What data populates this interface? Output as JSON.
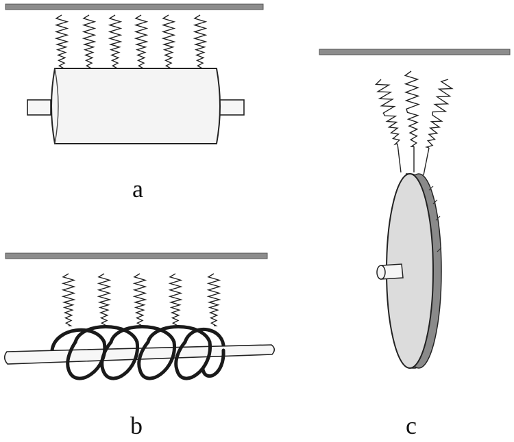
{
  "labels": {
    "a": "a",
    "b": "b",
    "c": "c"
  },
  "colors": {
    "bar_fill": "#8c8c8c",
    "bar_stroke": "#555555",
    "line": "#222222",
    "cylinder_fill": "#f4f4f4",
    "disc_face": "#dcdcdc",
    "disc_edge": "#8a8a8a",
    "coil": "#1a1a1a",
    "rod_fill": "#f7f7f7"
  },
  "figures": {
    "a": {
      "springs": 6,
      "object": "cylinder-with-axle"
    },
    "b": {
      "springs": 5,
      "object": "helical-coil-on-rod"
    },
    "c": {
      "springs": 3,
      "object": "disc-with-axle"
    }
  }
}
